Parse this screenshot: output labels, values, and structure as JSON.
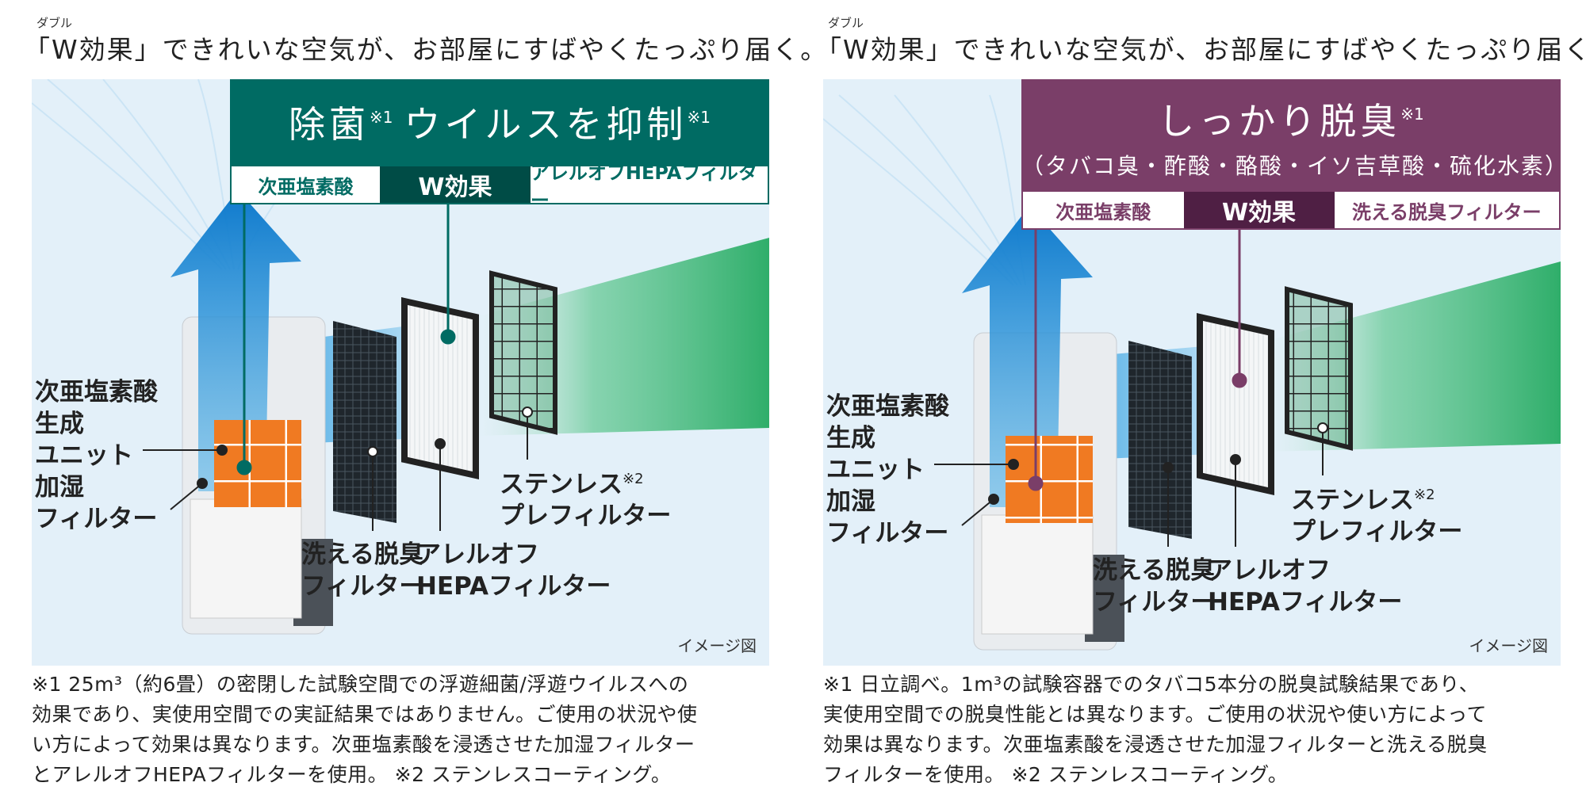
{
  "colors": {
    "teal": "#006b63",
    "teal_dark": "#004c46",
    "plum": "#7a3e68",
    "plum_dark": "#4f1f44",
    "sky": "#e3f0f9"
  },
  "left": {
    "ruby": "ダブル",
    "headline": "「W効果」できれいな空気が、お部屋にすばやくたっぷり届く。",
    "banner": {
      "title_a": "除菌",
      "title_mark_a": "※1",
      "title_b": "ウイルスを抑制",
      "title_mark_b": "※1",
      "left_tag": "次亜塩素酸",
      "center_tag": "W効果",
      "right_tag": "アレルオフHEPAフィルター"
    },
    "labels": {
      "unit_1": "次亜塩素酸",
      "unit_2": "生成",
      "unit_3": "ユニット",
      "humid_1": "加湿",
      "humid_2": "フィルター",
      "deodor_1": "洗える脱臭",
      "deodor_2": "フィルター",
      "hepa_1": "アレルオフ",
      "hepa_2": "HEPAフィルター",
      "steel_1": "ステンレス",
      "steel_mark": "※2",
      "steel_2": "プレフィルター"
    },
    "image_note": "イメージ図",
    "footnote": [
      "※1 25m³（約6畳）の密閉した試験空間での浮遊細菌/浮遊ウイルスへの",
      "効果であり、実使用空間での実証結果ではありません。ご使用の状況や使",
      "い方によって効果は異なります。次亜塩素酸を浸透させた加湿フィルター",
      "とアレルオフHEPAフィルターを使用。 ※2 ステンレスコーティング。"
    ]
  },
  "right": {
    "ruby": "ダブル",
    "headline": "「W効果」できれいな空気が、お部屋にすばやくたっぷり届く。",
    "banner": {
      "title": "しっかり脱臭",
      "title_mark": "※1",
      "subtitle": "（タバコ臭・酢酸・酪酸・イソ吉草酸・硫化水素）",
      "left_tag": "次亜塩素酸",
      "center_tag": "W効果",
      "right_tag": "洗える脱臭フィルター"
    },
    "labels": {
      "unit_1": "次亜塩素酸",
      "unit_2": "生成",
      "unit_3": "ユニット",
      "humid_1": "加湿",
      "humid_2": "フィルター",
      "deodor_1": "洗える脱臭",
      "deodor_2": "フィルター",
      "hepa_1": "アレルオフ",
      "hepa_2": "HEPAフィルター",
      "steel_1": "ステンレス",
      "steel_mark": "※2",
      "steel_2": "プレフィルター"
    },
    "image_note": "イメージ図",
    "footnote": [
      "※1 日立調べ。1m³の試験容器でのタバコ5本分の脱臭試験結果であり、",
      "実使用空間での脱臭性能とは異なります。ご使用の状況や使い方によって",
      "効果は異なります。次亜塩素酸を浸透させた加湿フィルターと洗える脱臭",
      "フィルターを使用。 ※2 ステンレスコーティング。"
    ]
  }
}
